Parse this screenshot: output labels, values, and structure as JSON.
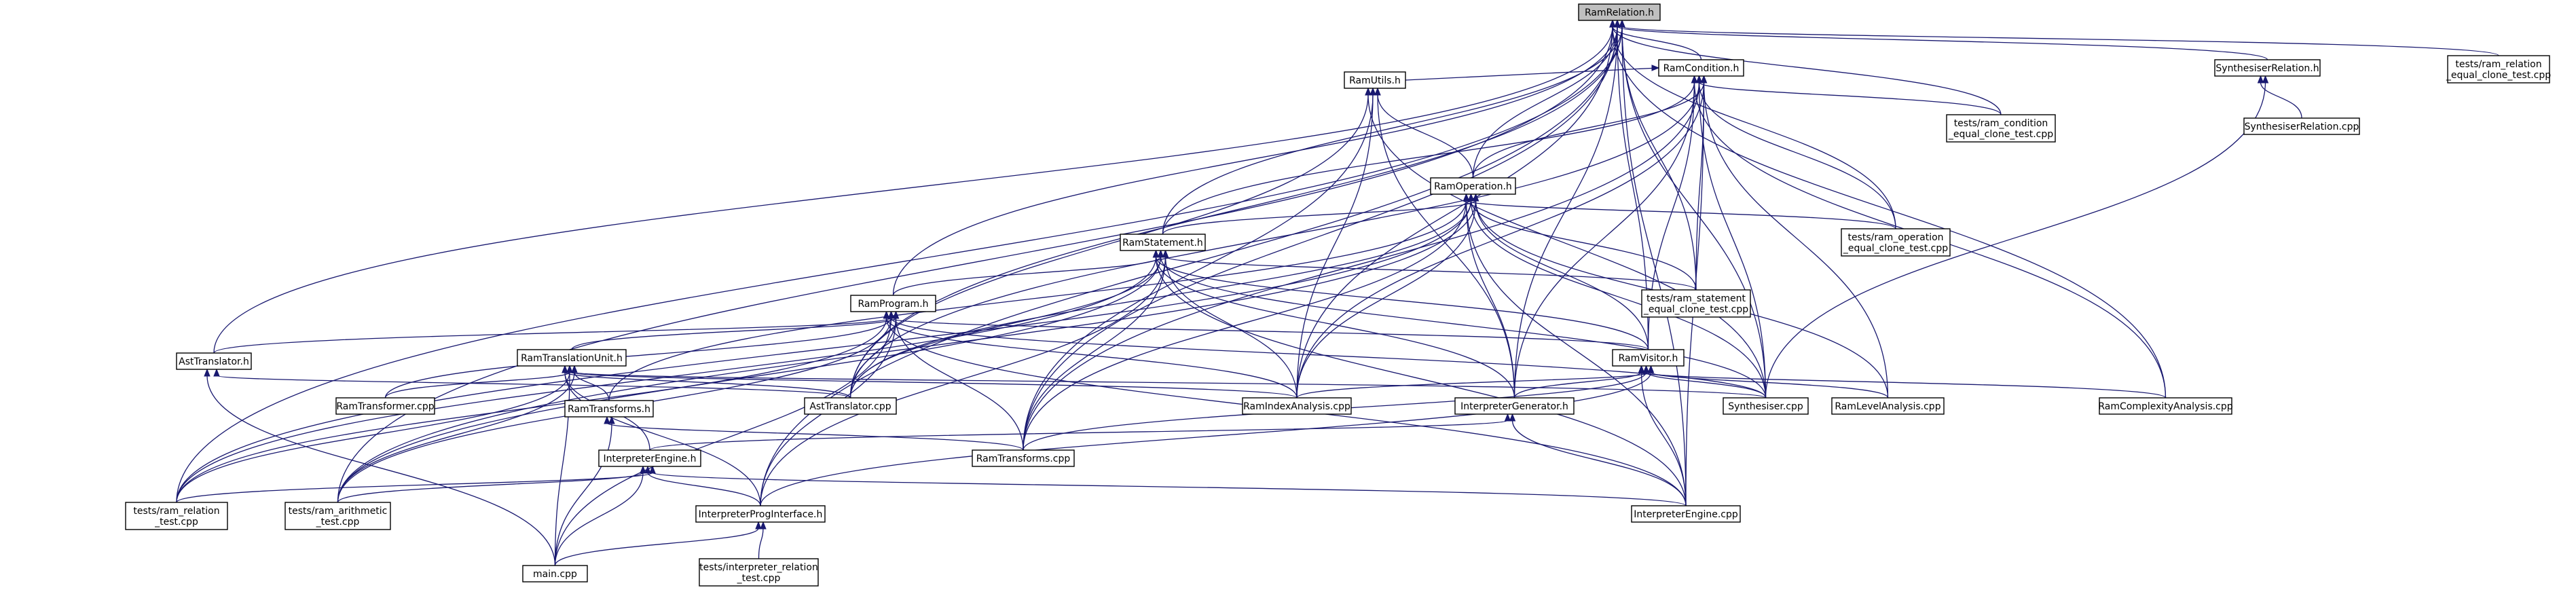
{
  "colors": {
    "edge": "#191970",
    "node_fill": "#ffffff",
    "highlight_fill": "#bfbfbf",
    "border": "#000000"
  },
  "nodes": {
    "ram_relation_h": {
      "lines": [
        "RamRelation.h"
      ],
      "highlight": true
    },
    "ram_condition_h": {
      "lines": [
        "RamCondition.h"
      ]
    },
    "synthesiser_relation_h": {
      "lines": [
        "SynthesiserRelation.h"
      ]
    },
    "tests_ram_relation_equal_clone": {
      "lines": [
        "tests/ram_relation",
        "_equal_clone_test.cpp"
      ]
    },
    "ram_utils_h": {
      "lines": [
        "RamUtils.h"
      ]
    },
    "tests_ram_condition_equal_clone": {
      "lines": [
        "tests/ram_condition",
        "_equal_clone_test.cpp"
      ]
    },
    "synthesiser_relation_cpp": {
      "lines": [
        "SynthesiserRelation.cpp"
      ]
    },
    "ram_operation_h": {
      "lines": [
        "RamOperation.h"
      ]
    },
    "ram_statement_h": {
      "lines": [
        "RamStatement.h"
      ]
    },
    "tests_ram_operation_equal_clone": {
      "lines": [
        "tests/ram_operation",
        "_equal_clone_test.cpp"
      ]
    },
    "ram_program_h": {
      "lines": [
        "RamProgram.h"
      ]
    },
    "tests_ram_statement_equal_clone": {
      "lines": [
        "tests/ram_statement",
        "_equal_clone_test.cpp"
      ]
    },
    "ast_translator_h": {
      "lines": [
        "AstTranslator.h"
      ]
    },
    "ram_translation_unit_h": {
      "lines": [
        "RamTranslationUnit.h"
      ]
    },
    "ram_visitor_h": {
      "lines": [
        "RamVisitor.h"
      ]
    },
    "ram_transformer_cpp": {
      "lines": [
        "RamTransformer.cpp"
      ]
    },
    "ram_transforms_h": {
      "lines": [
        "RamTransforms.h"
      ]
    },
    "ast_translator_cpp": {
      "lines": [
        "AstTranslator.cpp"
      ]
    },
    "ram_index_analysis_cpp": {
      "lines": [
        "RamIndexAnalysis.cpp"
      ]
    },
    "interpreter_generator_h": {
      "lines": [
        "InterpreterGenerator.h"
      ]
    },
    "synthesiser_cpp": {
      "lines": [
        "Synthesiser.cpp"
      ]
    },
    "ram_level_analysis_cpp": {
      "lines": [
        "RamLevelAnalysis.cpp"
      ]
    },
    "ram_complexity_analysis_cpp": {
      "lines": [
        "RamComplexityAnalysis.cpp"
      ]
    },
    "interpreter_engine_h": {
      "lines": [
        "InterpreterEngine.h"
      ]
    },
    "ram_transforms_cpp": {
      "lines": [
        "RamTransforms.cpp"
      ]
    },
    "tests_ram_relation_test": {
      "lines": [
        "tests/ram_relation",
        "_test.cpp"
      ]
    },
    "tests_ram_arithmetic_test": {
      "lines": [
        "tests/ram_arithmetic",
        "_test.cpp"
      ]
    },
    "interpreter_prog_interface_h": {
      "lines": [
        "InterpreterProgInterface.h"
      ]
    },
    "interpreter_engine_cpp": {
      "lines": [
        "InterpreterEngine.cpp"
      ]
    },
    "main_cpp": {
      "lines": [
        "main.cpp"
      ]
    },
    "tests_interpreter_relation_test": {
      "lines": [
        "tests/interpreter_relation",
        "_test.cpp"
      ]
    }
  }
}
